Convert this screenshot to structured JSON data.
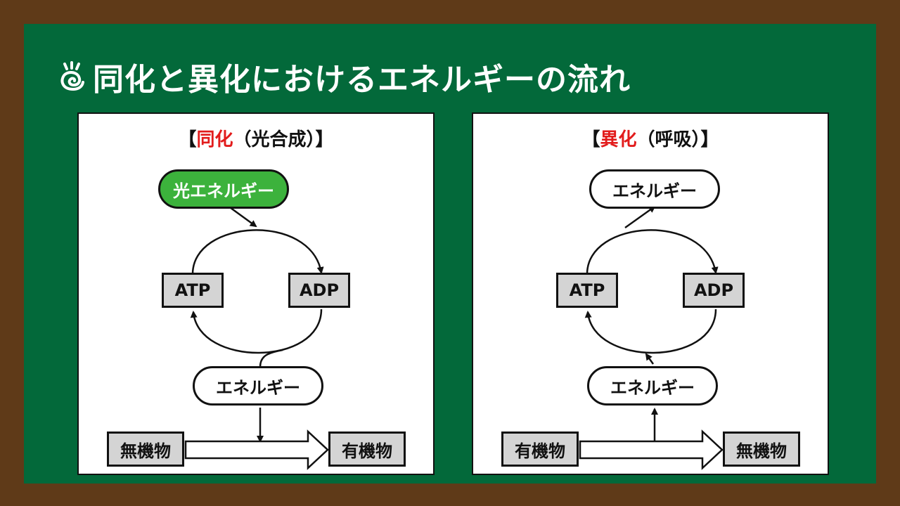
{
  "title": {
    "icon": "sprout-icon",
    "text": "同化と異化におけるエネルギーの流れ"
  },
  "colors": {
    "board": "#03693a",
    "frame": "#5f3a18",
    "accent_red": "#e21c1c",
    "light_green": "#3cb23c",
    "box_gray": "#d4d4d4"
  },
  "left_panel": {
    "title_open": "【",
    "title_key": "同化",
    "title_paren": "（光合成）",
    "title_close": "】",
    "top_node": "光エネルギー",
    "atp": "ATP",
    "adp": "ADP",
    "energy": "エネルギー",
    "from": "無機物",
    "to": "有機物"
  },
  "right_panel": {
    "title_open": "【",
    "title_key": "異化",
    "title_paren": "（呼吸）",
    "title_close": "】",
    "top_node": "エネルギー",
    "atp": "ATP",
    "adp": "ADP",
    "energy": "エネルギー",
    "from": "有機物",
    "to": "無機物"
  }
}
